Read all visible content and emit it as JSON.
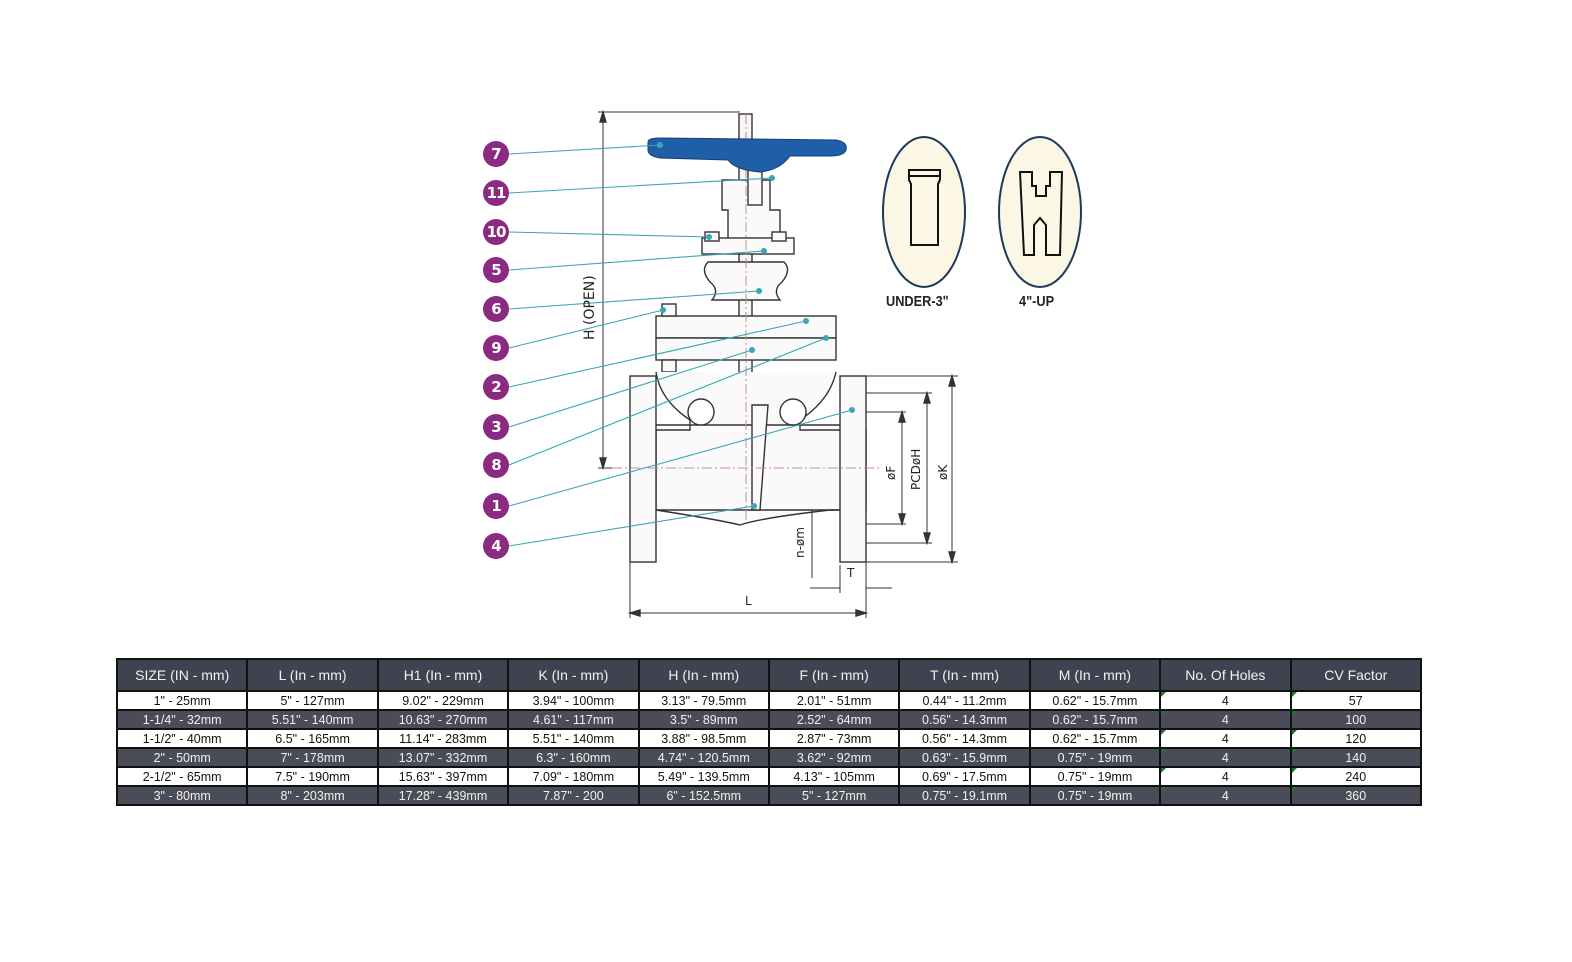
{
  "diagram": {
    "callouts": [
      "7",
      "11",
      "10",
      "5",
      "6",
      "9",
      "2",
      "3",
      "8",
      "1",
      "4"
    ],
    "disc_types": [
      {
        "label": "UNDER-3ʺ",
        "icon": "solid-wedge-disc-icon"
      },
      {
        "label": "4\"-UP",
        "icon": "flexible-wedge-disc-icon"
      }
    ],
    "dimension_labels": {
      "h_open": "H (OPEN)",
      "f": "øF",
      "pcd": "PCDøH",
      "k": "øK",
      "n_m": "n-øm",
      "t": "T",
      "l": "L"
    },
    "colors": {
      "handwheel": "#1f5fa8",
      "callout_badge": "#8a2a80",
      "leader_line": "#3aa7b5",
      "disc_fill": "#fbf7e4",
      "disc_outline": "#1b3a5c"
    }
  },
  "table": {
    "headers": [
      "SIZE (IN - mm)",
      "L (In - mm)",
      "H1 (In - mm)",
      "K (In - mm)",
      "H (In - mm)",
      "F (In - mm)",
      "T (In - mm)",
      "M (In - mm)",
      "No. Of Holes",
      "CV Factor"
    ],
    "rows": [
      [
        "1\" - 25mm",
        "5\" - 127mm",
        "9.02\" - 229mm",
        "3.94\" - 100mm",
        "3.13\" - 79.5mm",
        "2.01\" - 51mm",
        "0.44\" - 11.2mm",
        "0.62\" - 15.7mm",
        "4",
        "57"
      ],
      [
        "1-1/4\" - 32mm",
        "5.51\" - 140mm",
        "10.63\" - 270mm",
        "4.61\" - 117mm",
        "3.5\" - 89mm",
        "2.52\" - 64mm",
        "0.56\" - 14.3mm",
        "0.62\" - 15.7mm",
        "4",
        "100"
      ],
      [
        "1-1/2\" - 40mm",
        "6.5\" - 165mm",
        "11.14\" - 283mm",
        "5.51\" - 140mm",
        "3.88\" - 98.5mm",
        "2.87\" - 73mm",
        "0.56\" - 14.3mm",
        "0.62\" - 15.7mm",
        "4",
        "120"
      ],
      [
        "2\" - 50mm",
        "7\" - 178mm",
        "13.07\" - 332mm",
        "6.3\" - 160mm",
        "4.74\" - 120.5mm",
        "3.62\" - 92mm",
        "0.63\" - 15.9mm",
        "0.75\" - 19mm",
        "4",
        "140"
      ],
      [
        "2-1/2\" - 65mm",
        "7.5\" - 190mm",
        "15.63\" - 397mm",
        "7.09\" - 180mm",
        "5.49\" - 139.5mm",
        "4.13\" - 105mm",
        "0.69\" - 17.5mm",
        "0.75\" - 19mm",
        "4",
        "240"
      ],
      [
        "3\" - 80mm",
        "8\" - 203mm",
        "17.28\" - 439mm",
        "7.87\" - 200",
        "6\" - 152.5mm",
        "5\" - 127mm",
        "0.75\" - 19.1mm",
        "0.75\" - 19mm",
        "4",
        "360"
      ]
    ],
    "colors": {
      "header_bg": "#3f4350",
      "dark_row_bg": "#4a4d58",
      "light_row_bg": "#ffffff",
      "border": "#111111",
      "comment_marker": "#1b7a2a"
    }
  }
}
